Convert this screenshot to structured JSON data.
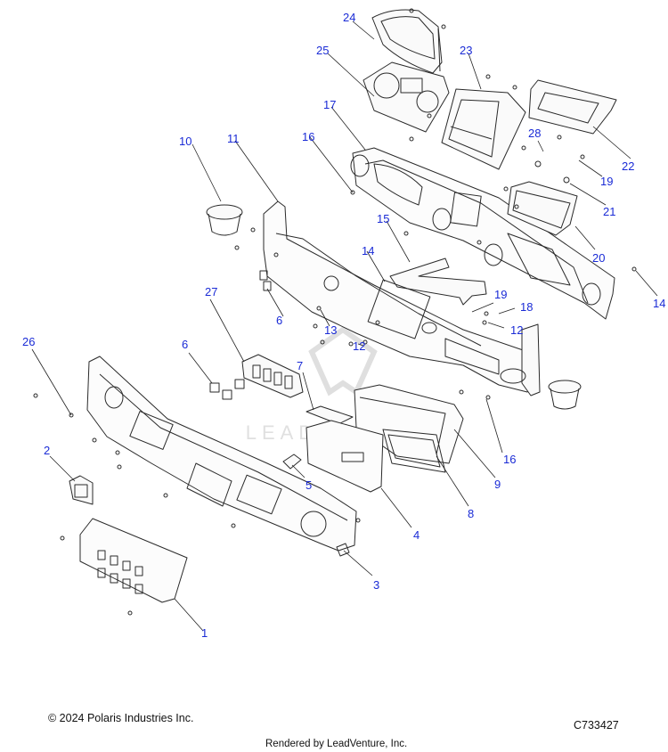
{
  "callouts": {
    "c1": "1",
    "c2": "2",
    "c3": "3",
    "c4": "4",
    "c5": "5",
    "c6a": "6",
    "c6b": "6",
    "c7": "7",
    "c8": "8",
    "c9": "9",
    "c10": "10",
    "c11": "11",
    "c12a": "12",
    "c12b": "12",
    "c13": "13",
    "c14a": "14",
    "c14b": "14",
    "c15": "15",
    "c16a": "16",
    "c16b": "16",
    "c17": "17",
    "c18": "18",
    "c19a": "19",
    "c19b": "19",
    "c20": "20",
    "c21": "21",
    "c22": "22",
    "c23": "23",
    "c24": "24",
    "c25": "25",
    "c26": "26",
    "c27": "27",
    "c28": "28"
  },
  "watermark": "LEADVENTURE",
  "footer": {
    "copyright": "© 2024 Polaris Industries Inc.",
    "diagram_code": "C733427",
    "rendered_by": "Rendered by LeadVenture, Inc."
  },
  "colors": {
    "callout": "#1a2bd6",
    "line": "#2a2a2a",
    "watermark": "#d8d8d8"
  }
}
